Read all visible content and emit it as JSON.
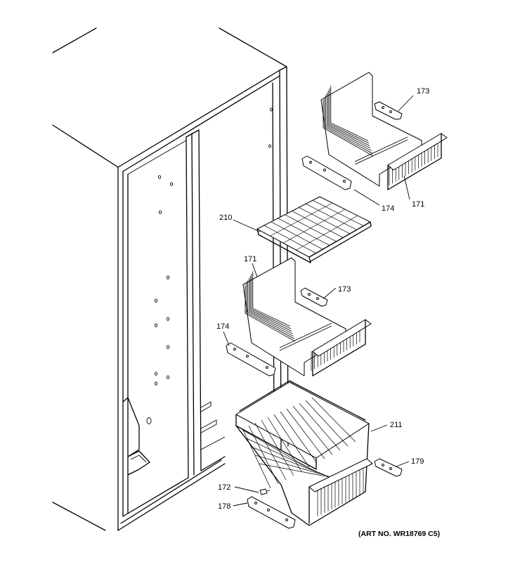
{
  "callouts": {
    "p173_top": "173",
    "p174_top": "174",
    "p171_top": "171",
    "p210": "210",
    "p171_mid": "171",
    "p173_mid": "173",
    "p174_mid": "174",
    "p211": "211",
    "p179": "179",
    "p172": "172",
    "p178": "178"
  },
  "art_number": "(ART NO. WR18769 C5)"
}
